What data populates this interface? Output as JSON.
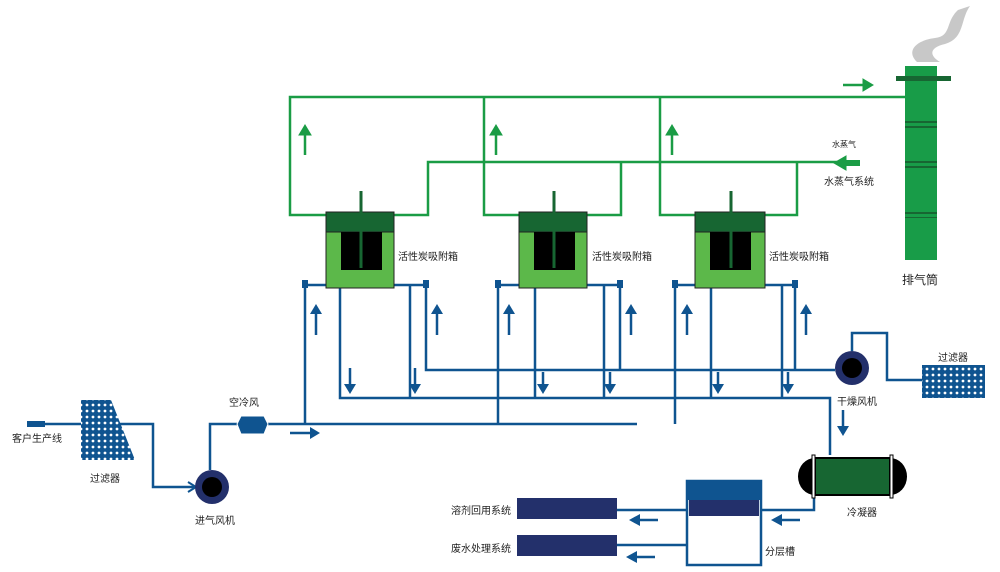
{
  "colors": {
    "gas_pipe": "#0f5490",
    "steam_pipe": "#1a9c45",
    "box_light": "#5cb84a",
    "box_dark": "#176632",
    "stack": "#189c48",
    "fan": "#23306b",
    "tank": "#23306b",
    "smoke": "#c8c8c8"
  },
  "labels": {
    "customer_line": "客户生产线",
    "filter_1": "过滤器",
    "intake_fan": "进气风机",
    "air_cooler": "空冷风",
    "adsorber_1": "活性炭吸附箱",
    "adsorber_2": "活性炭吸附箱",
    "adsorber_3": "活性炭吸附箱",
    "steam": "水蒸气",
    "steam_system": "水蒸气系统",
    "stack": "排气筒",
    "filter_2": "过滤器",
    "dry_fan": "干燥风机",
    "condenser": "冷凝器",
    "separator": "分层槽",
    "solvent_recovery": "溶剂回用系统",
    "wastewater": "废水处理系统"
  }
}
